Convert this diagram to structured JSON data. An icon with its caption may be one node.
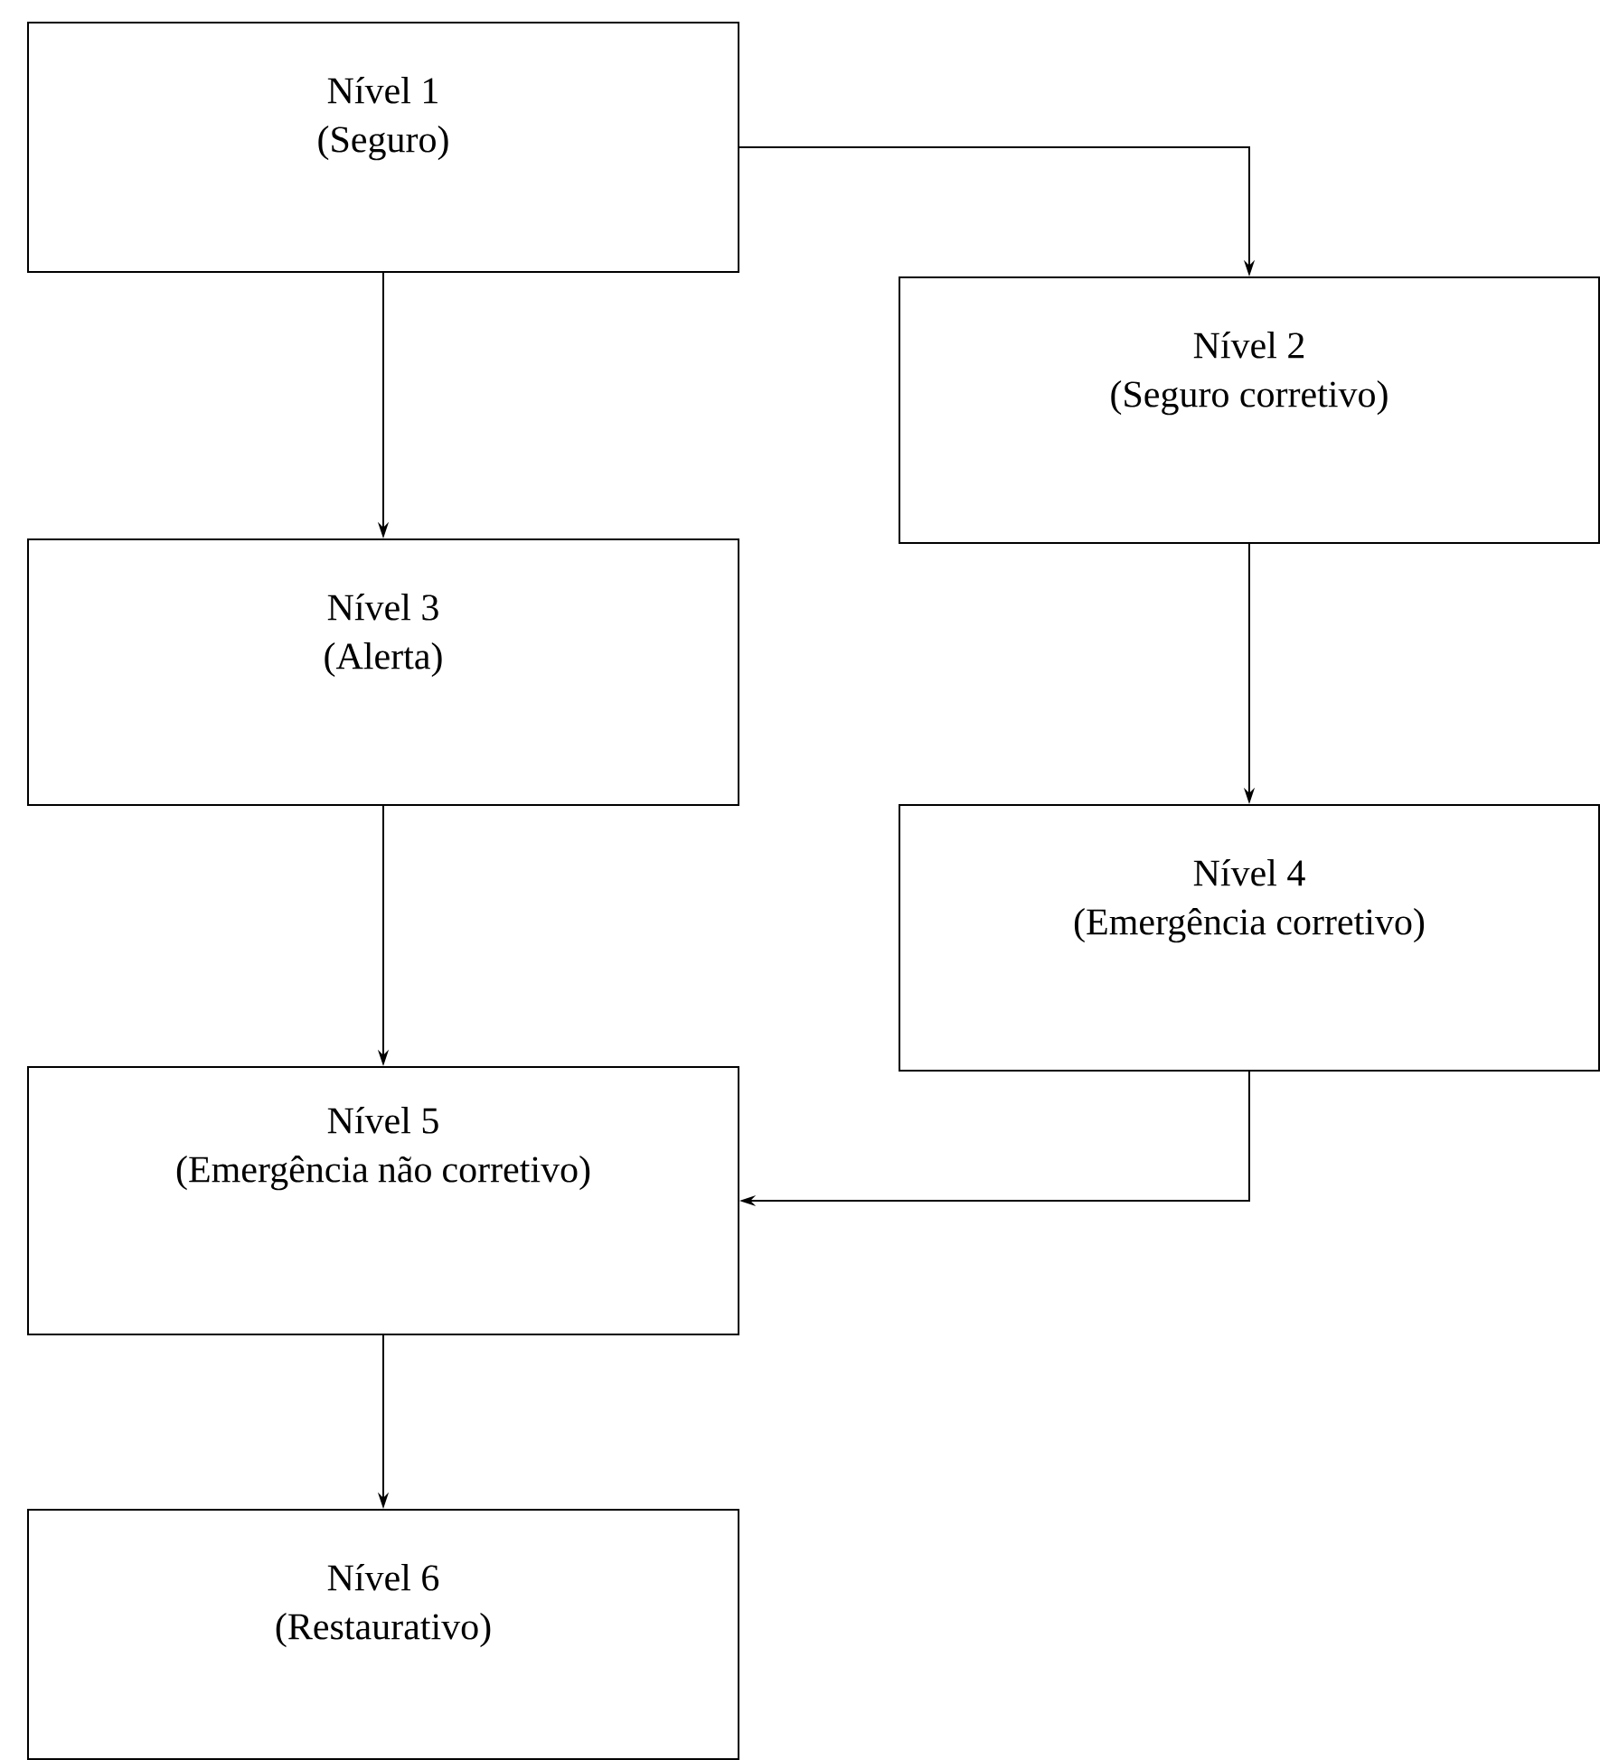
{
  "diagram": {
    "nodes": [
      {
        "text": [
          "Nível 1",
          "(Seguro)"
        ]
      },
      {
        "text": [
          "Nível 2",
          "(Seguro corretivo)"
        ]
      },
      {
        "text": [
          "Nível 3",
          "(Alerta)"
        ]
      },
      {
        "text": [
          "Nível 4",
          "(Emergência corretivo)"
        ]
      },
      {
        "text": [
          "Nível 5",
          "(Emergência não corretivo)"
        ]
      },
      {
        "text": [
          "Nível 6",
          "(Restaurativo)"
        ]
      }
    ],
    "edges": [
      {
        "from": 0,
        "to": 1,
        "arrow": "to"
      },
      {
        "from": 0,
        "to": 2,
        "arrow": "to"
      },
      {
        "from": 1,
        "to": 3,
        "arrow": "to"
      },
      {
        "from": 2,
        "to": 4,
        "arrow": "to"
      },
      {
        "from": 3,
        "to": 4,
        "arrow": "to"
      },
      {
        "from": 4,
        "to": 5,
        "arrow": "to"
      }
    ]
  }
}
